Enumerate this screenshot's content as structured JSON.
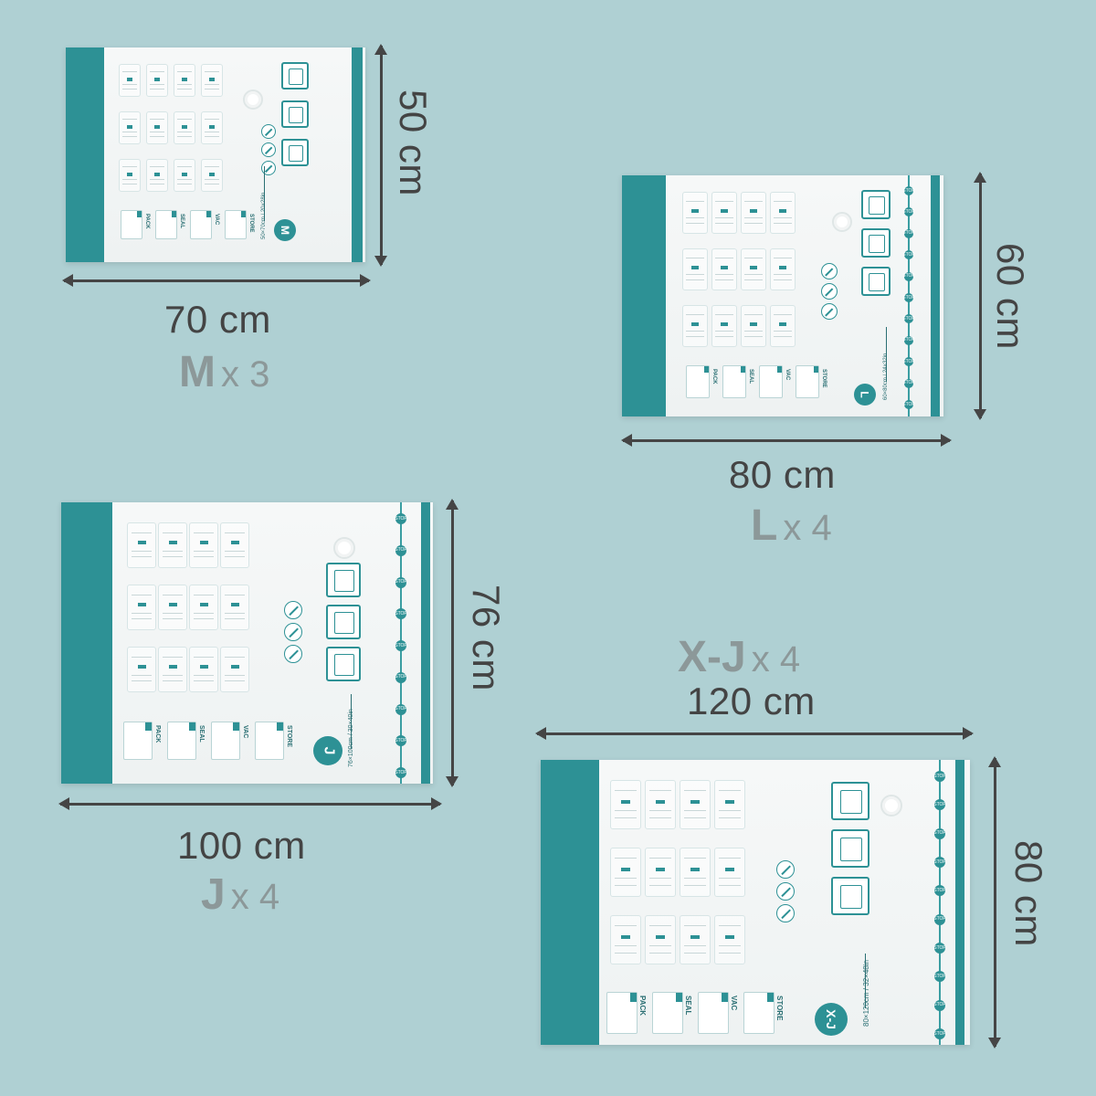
{
  "bags": [
    {
      "id": "M",
      "dims": "50×70cm / 20×28in",
      "steps": [
        "PACK",
        "SEAL",
        "VAC",
        "STORE"
      ]
    },
    {
      "id": "L",
      "dims": "60×80cm / 24×32in",
      "steps": [
        "PACK",
        "SEAL",
        "VAC",
        "STORE"
      ]
    },
    {
      "id": "J",
      "dims": "76×100cm / 30×40in",
      "steps": [
        "PACK",
        "SEAL",
        "VAC",
        "STORE"
      ]
    },
    {
      "id": "X-J",
      "dims": "80×120cm / 32×48in",
      "steps": [
        "PACK",
        "SEAL",
        "VAC",
        "STORE"
      ]
    }
  ],
  "zip_label": "STOP",
  "dimensions": {
    "m_width": "70 cm",
    "m_height": "50 cm",
    "l_width": "80 cm",
    "l_height": "60 cm",
    "j_width": "100 cm",
    "j_height": "76 cm",
    "xj_width": "120 cm",
    "xj_height": "80 cm"
  },
  "quantities": [
    {
      "size": "M",
      "count": "x 3"
    },
    {
      "size": "L",
      "count": "x 4"
    },
    {
      "size": "J",
      "count": "x 4"
    },
    {
      "size": "X-J",
      "count": "x 4"
    }
  ],
  "colors": {
    "background": "#afd0d3",
    "accent": "#2d9195",
    "text": "#444444",
    "quantity": "#8c9899"
  }
}
